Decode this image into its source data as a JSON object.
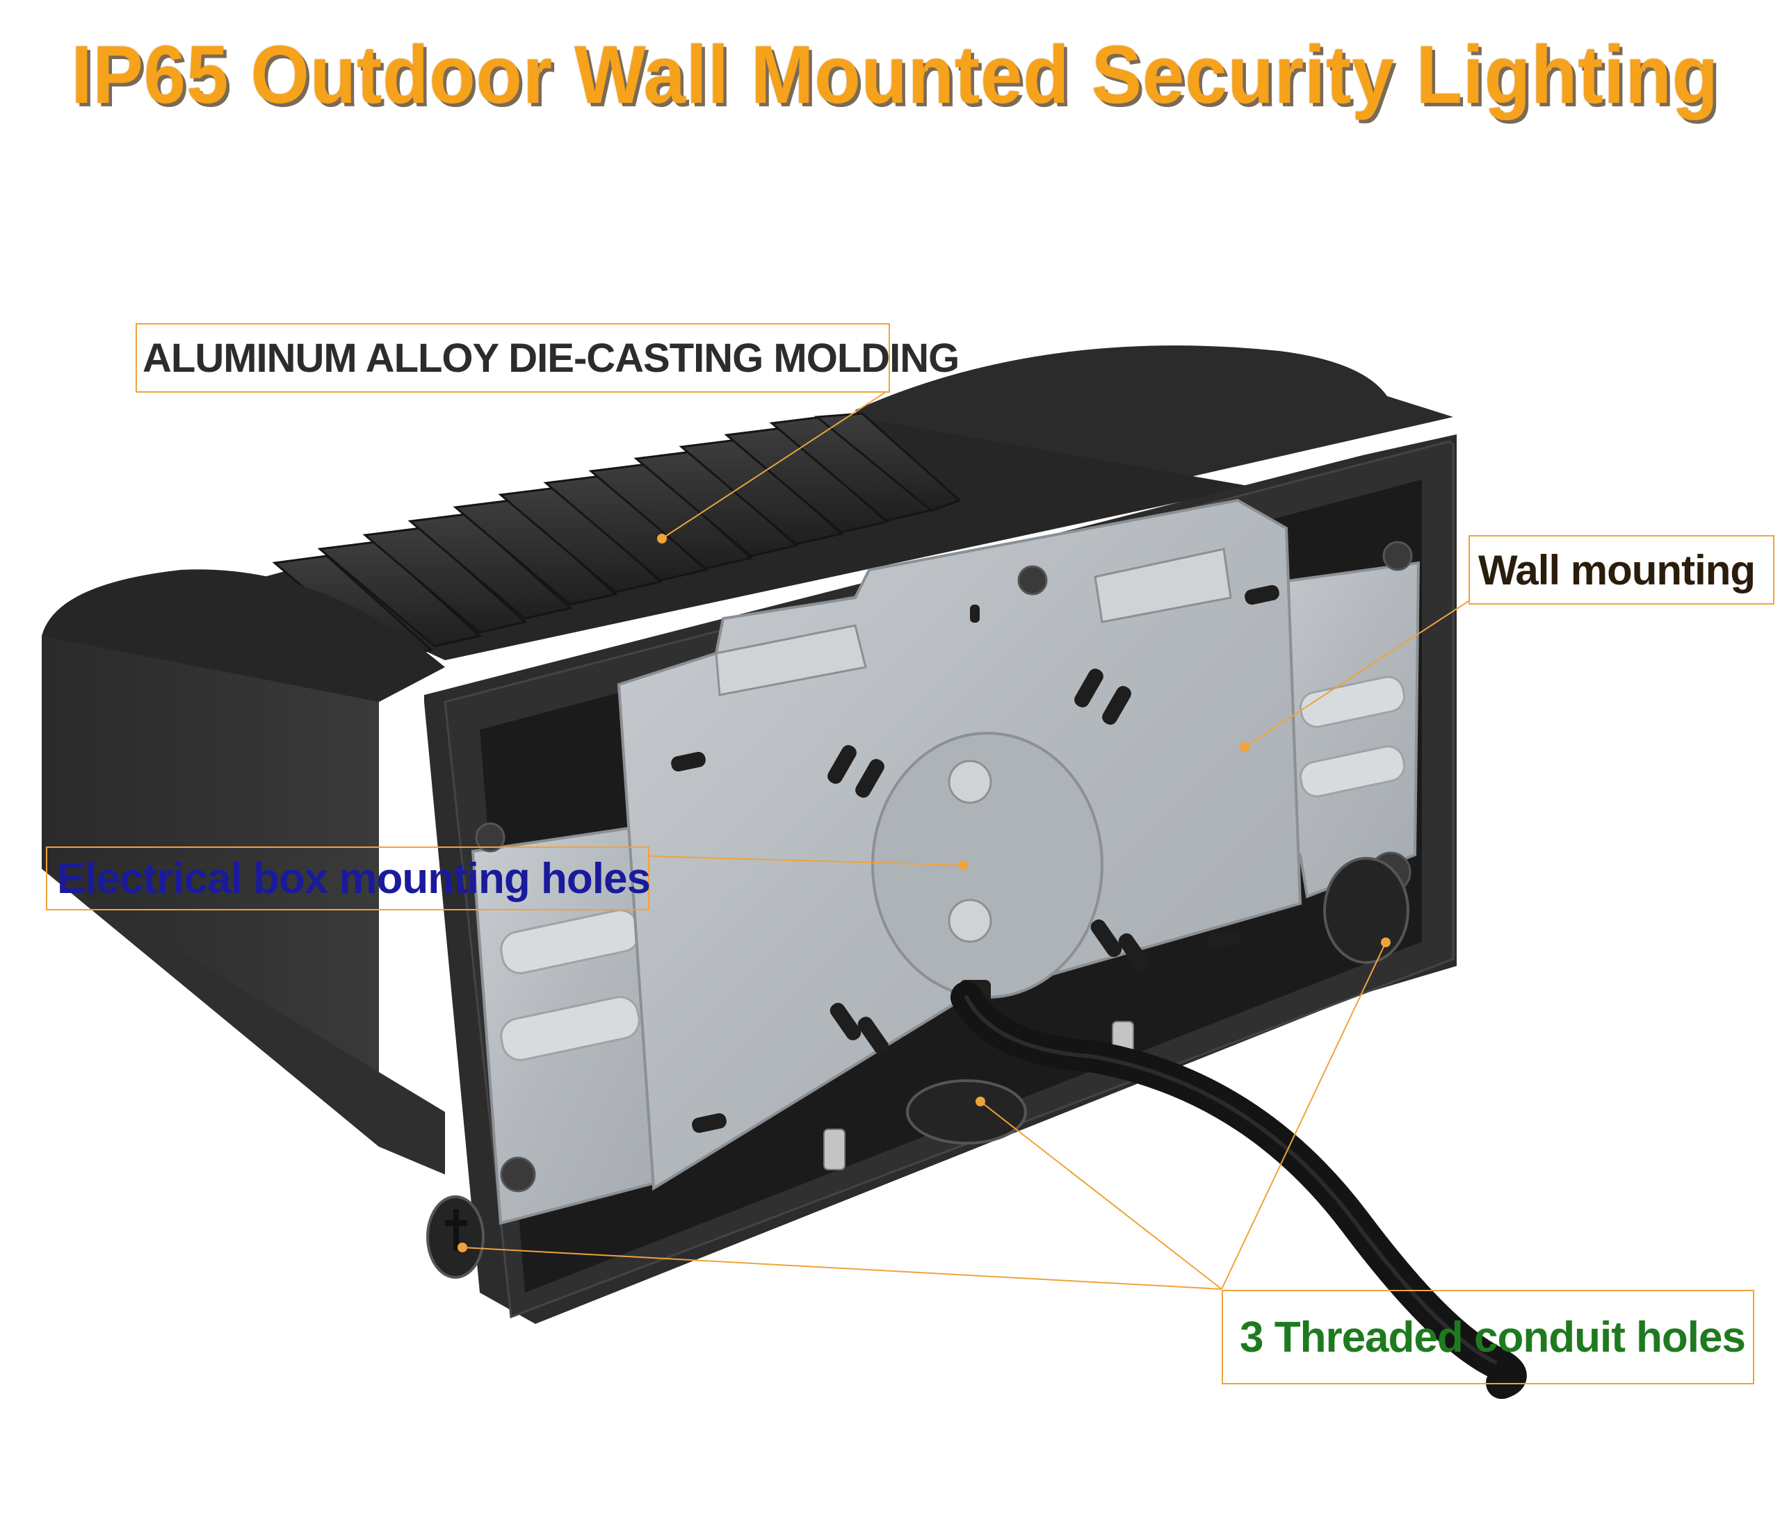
{
  "title": "IP65 Outdoor Wall Mounted Security Lighting",
  "callouts": {
    "aluminum": "ALUMINUM ALLOY DIE-CASTING MOLDING",
    "wall": "Wall mounting",
    "electrical": "Electrical box mounting holes",
    "conduit": "3 Threaded conduit holes"
  },
  "colors": {
    "title": "#f7a21b",
    "callout_border": "#f0a33a",
    "leader_line": "#f0a33a",
    "aluminum_text": "#2c2c2c",
    "wall_text": "#2a1d0c",
    "electrical_text": "#1a1b9a",
    "conduit_text": "#1f7a1f"
  }
}
